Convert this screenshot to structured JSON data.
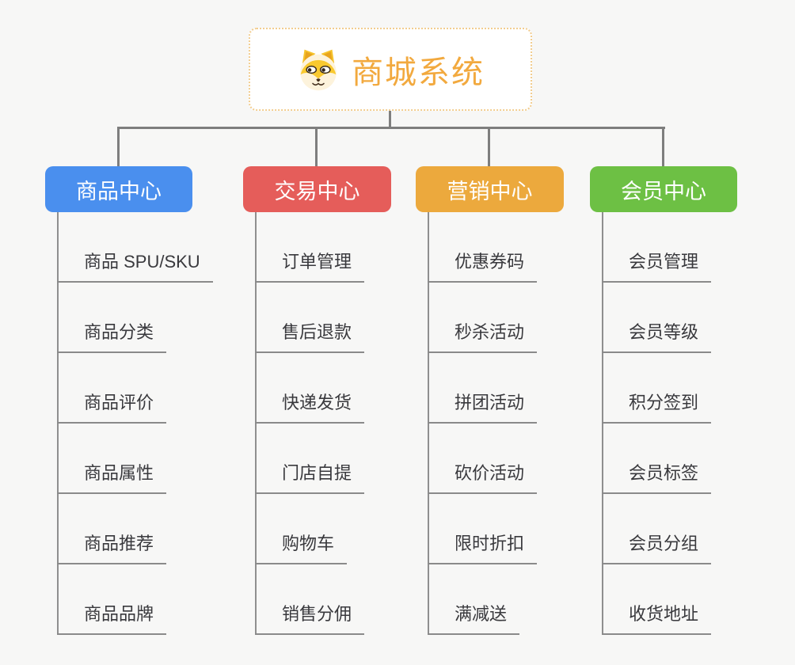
{
  "root": {
    "title": "商城系统",
    "icon": "dog-icon"
  },
  "branches": [
    {
      "label": "商品中心",
      "color": "#4a8fee",
      "items": [
        "商品 SPU/SKU",
        "商品分类",
        "商品评价",
        "商品属性",
        "商品推荐",
        "商品品牌"
      ]
    },
    {
      "label": "交易中心",
      "color": "#e55d5a",
      "items": [
        "订单管理",
        "售后退款",
        "快递发货",
        "门店自提",
        "购物车",
        "销售分佣"
      ]
    },
    {
      "label": "营销中心",
      "color": "#eca93d",
      "items": [
        "优惠券码",
        "秒杀活动",
        "拼团活动",
        "砍价活动",
        "限时折扣",
        "满减送"
      ]
    },
    {
      "label": "会员中心",
      "color": "#6dc044",
      "items": [
        "会员管理",
        "会员等级",
        "积分签到",
        "会员标签",
        "会员分组",
        "收货地址"
      ]
    }
  ],
  "colors": {
    "root_text": "#f2a93e",
    "root_border": "#f2cd8f",
    "connector": "#7e7e7e",
    "spine": "#8f8f8f",
    "underline": "#8a8a8a",
    "leaf_text": "#39393d",
    "background": "#f7f7f6"
  }
}
